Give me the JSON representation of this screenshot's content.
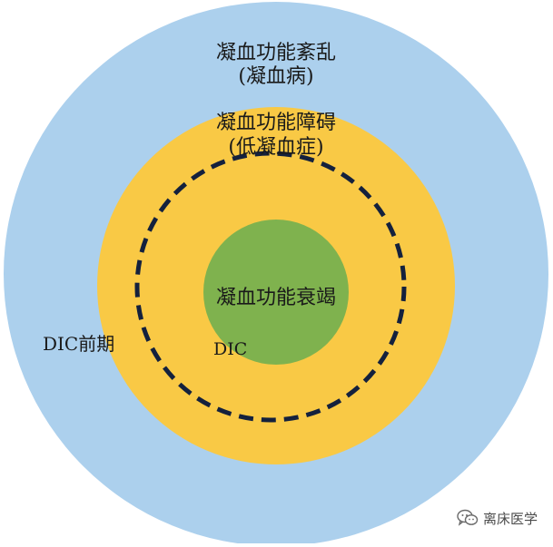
{
  "diagram": {
    "outer_ring": {
      "label_line1": "凝血功能紊乱",
      "label_line2": "(凝血病)",
      "color": "#acd0ed"
    },
    "middle_ring": {
      "label_line1": "凝血功能障碍",
      "label_line2": "(低凝血症)",
      "color": "#f9c945"
    },
    "inner_circle": {
      "label": "凝血功能衰竭",
      "color": "#7fb24e"
    },
    "dashed_boundary": {
      "label": "DIC",
      "color": "#14213d"
    },
    "pre_dic_label": "DIC前期"
  },
  "watermark": {
    "text": "离床医学",
    "icon": "wechat-icon"
  }
}
